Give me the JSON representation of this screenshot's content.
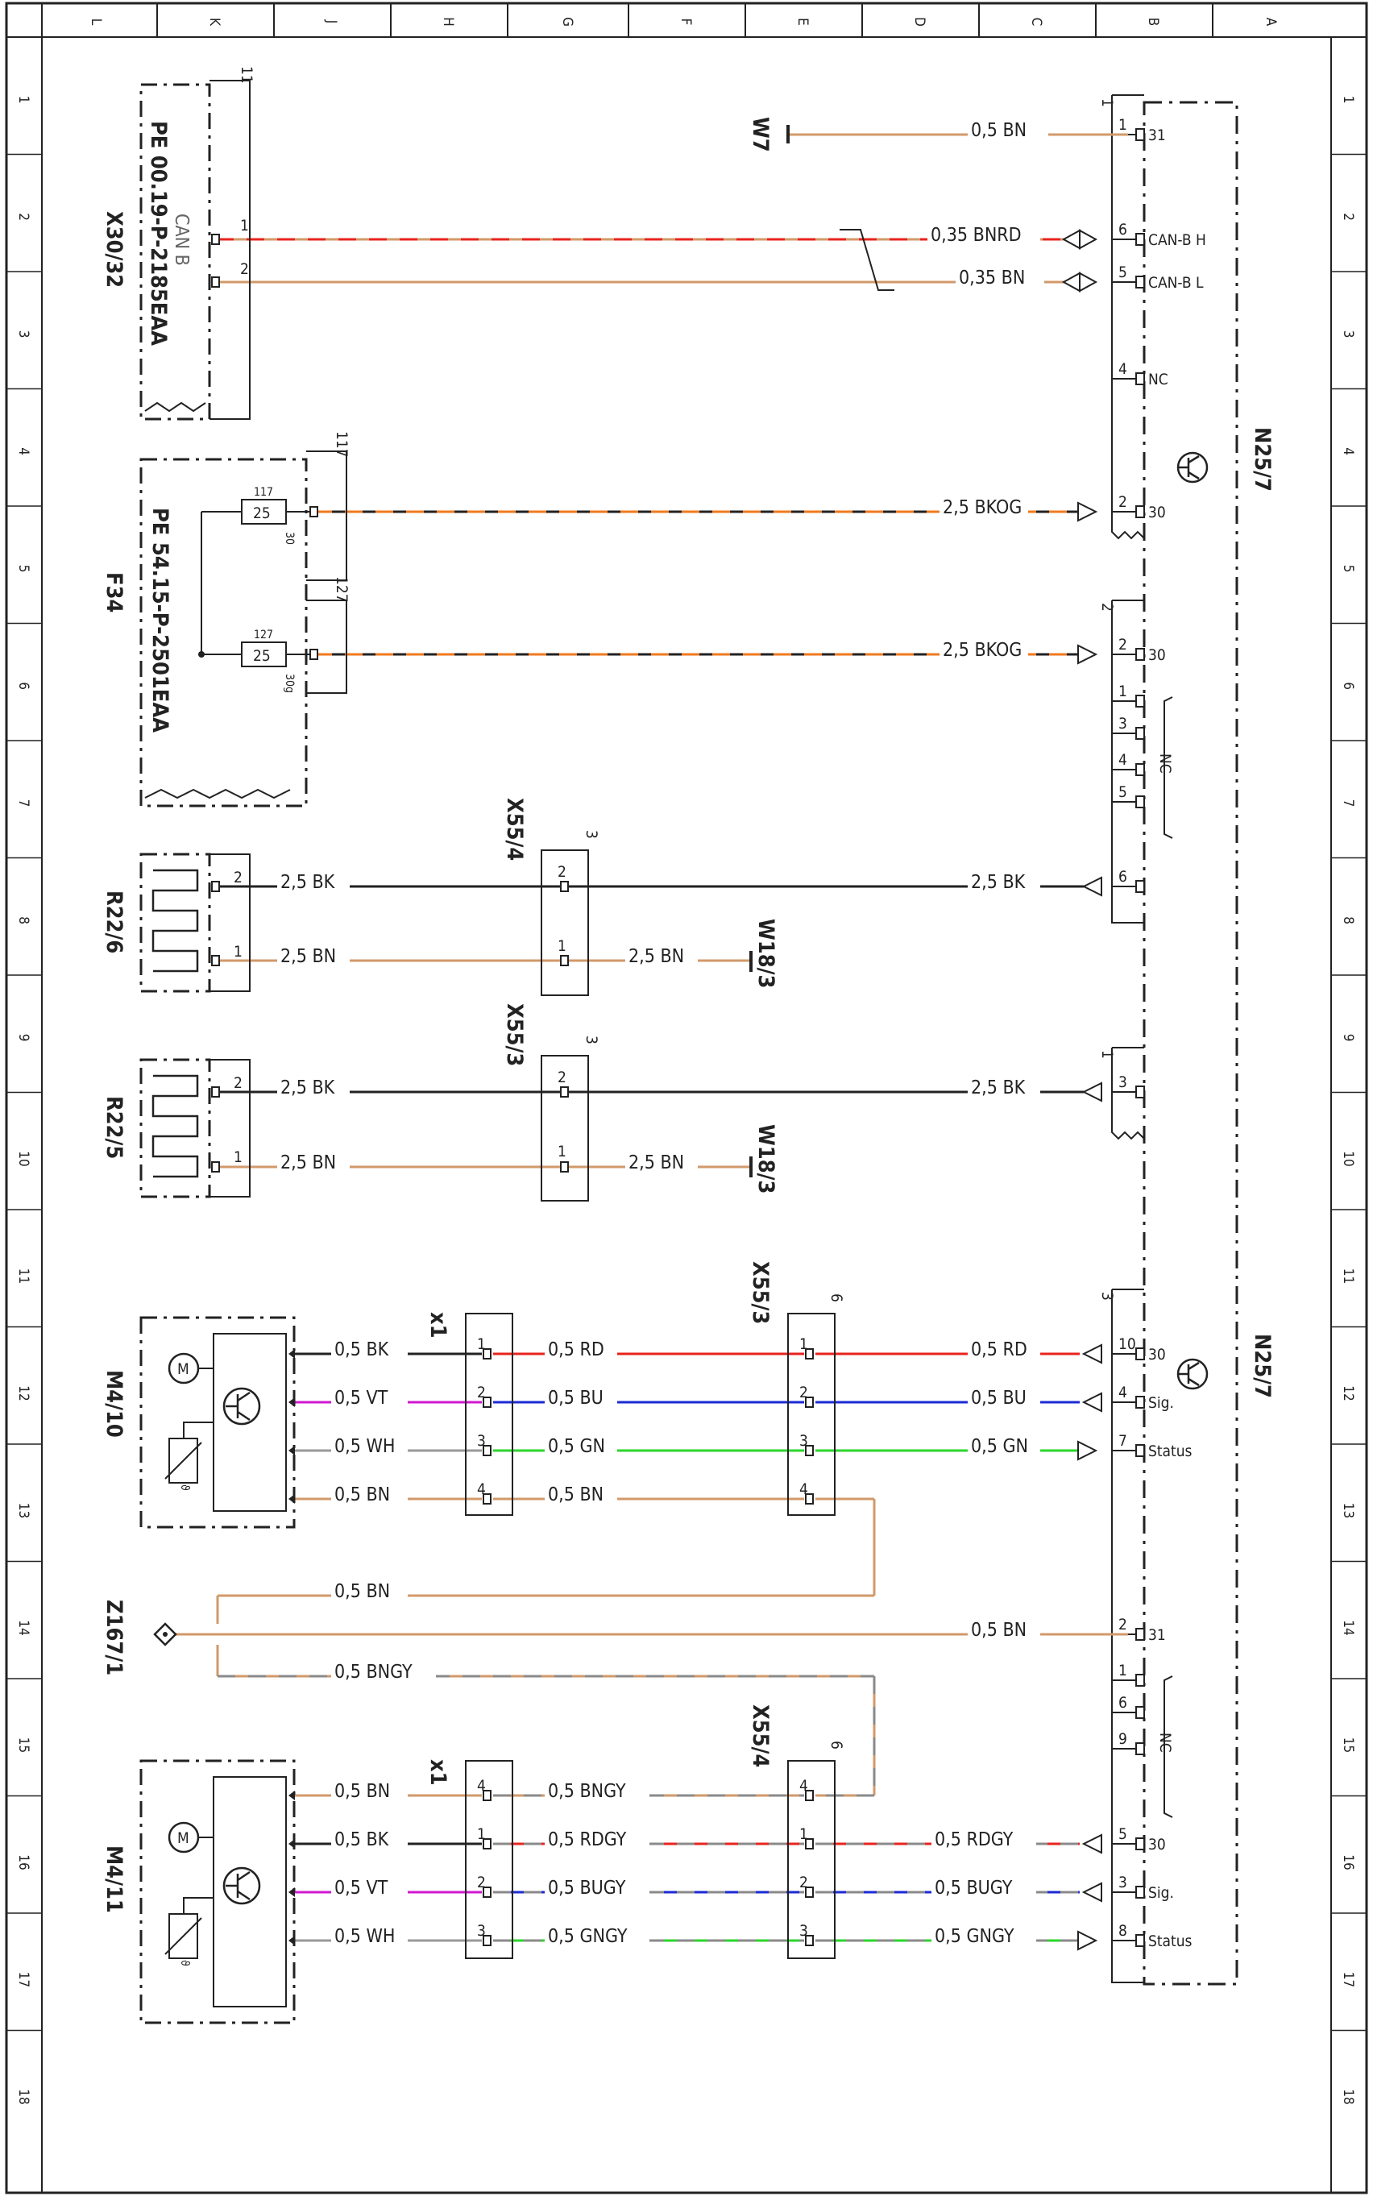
{
  "sheet": {
    "column_letters": [
      "L",
      "K",
      "J",
      "H",
      "G",
      "F",
      "E",
      "D",
      "C",
      "B",
      "A"
    ],
    "row_numbers": [
      "1",
      "2",
      "3",
      "4",
      "5",
      "6",
      "7",
      "8",
      "9",
      "10",
      "11",
      "12",
      "13",
      "14",
      "15",
      "16",
      "17",
      "18"
    ]
  },
  "components": {
    "n25_7": {
      "id": "N25/7"
    },
    "w7": {
      "id": "W7"
    },
    "x30_32": {
      "id": "X30/32",
      "doc_ref": "PE 00.19-P-2185EAA",
      "label": "CAN B",
      "ref": "11"
    },
    "f34": {
      "id": "F34",
      "doc_ref": "PE 54.15-P-2501EAA",
      "ref_top": "117",
      "ref_bottom": "127"
    },
    "r22_6": {
      "id": "R22/6"
    },
    "r22_5": {
      "id": "R22/5"
    },
    "x55_4_top": {
      "id": "X55/4",
      "ref": "3"
    },
    "x55_3_top": {
      "id": "X55/3",
      "ref": "3"
    },
    "w18_3": {
      "id": "W18/3"
    },
    "m4_10": {
      "id": "M4/10"
    },
    "m4_11": {
      "id": "M4/11"
    },
    "x1": {
      "id": "x1"
    },
    "x55_3_bottom": {
      "id": "X55/3",
      "ref": "6"
    },
    "x55_4_bottom": {
      "id": "X55/4",
      "ref": "6"
    },
    "z167_1": {
      "id": "Z167/1"
    }
  },
  "n25_7_connector1": {
    "ref": "1",
    "pins": [
      {
        "pin": "1",
        "signal": "31"
      },
      {
        "pin": "6",
        "signal": "CAN-B H"
      },
      {
        "pin": "5",
        "signal": "CAN-B L"
      },
      {
        "pin": "4",
        "signal": "NC"
      },
      {
        "pin": "2",
        "signal": "30"
      }
    ]
  },
  "n25_7_connector2": {
    "ref": "2",
    "pins": [
      {
        "pin": "2",
        "signal": "30"
      },
      {
        "pin": "1",
        "signal": ""
      },
      {
        "pin": "3",
        "signal": ""
      },
      {
        "pin": "4",
        "signal": ""
      },
      {
        "pin": "5",
        "signal": ""
      },
      {
        "pin": "6",
        "signal": ""
      }
    ],
    "nc_label": "NC"
  },
  "n25_7_connector_r22_5": {
    "ref": "1",
    "pin": "3"
  },
  "n25_7_connector3": {
    "ref": "3",
    "pins": [
      {
        "pin": "10",
        "signal": "30"
      },
      {
        "pin": "4",
        "signal": "Sig."
      },
      {
        "pin": "7",
        "signal": "Status"
      },
      {
        "pin": "2",
        "signal": "31"
      },
      {
        "pin": "1",
        "signal": ""
      },
      {
        "pin": "6",
        "signal": ""
      },
      {
        "pin": "9",
        "signal": ""
      },
      {
        "pin": "5",
        "signal": "30"
      },
      {
        "pin": "3",
        "signal": "Sig."
      },
      {
        "pin": "8",
        "signal": "Status"
      }
    ],
    "nc_label": "NC"
  },
  "fuses": {
    "top": {
      "rating": "25",
      "in_pin": "117",
      "out_pin": "30"
    },
    "bottom": {
      "rating": "25",
      "in_pin": "127",
      "out_pin": "30g"
    }
  },
  "wires": {
    "w7": "0,5 BN",
    "can_h": "0,35 BNRD",
    "can_l": "0,35 BN",
    "f34_top": "2,5 BKOG",
    "f34_bottom": "2,5 BKOG",
    "r22_6_pin2_left": "2,5 BK",
    "r22_6_pin2_right": "2,5 BK",
    "r22_6_pin1_left": "2,5 BN",
    "r22_6_pin1_right": "2,5 BN",
    "r22_5_pin2_left": "2,5 BK",
    "r22_5_pin2_right": "2,5 BK",
    "r22_5_pin1_left": "2,5 BN",
    "r22_5_pin1_right": "2,5 BN",
    "m4_10": [
      {
        "left": "0,5 BK",
        "mid": "0,5 RD",
        "right": "0,5 RD"
      },
      {
        "left": "0,5 VT",
        "mid": "0,5 BU",
        "right": "0,5 BU"
      },
      {
        "left": "0,5 WH",
        "mid": "0,5 GN",
        "right": "0,5 GN"
      },
      {
        "left": "0,5 BN",
        "mid": "0,5 BN"
      }
    ],
    "ground_a": "0,5 BN",
    "ground_main": "0,5 BN",
    "ground_b": "0,5 BNGY",
    "m4_11": [
      {
        "left": "0,5 BN",
        "mid": "0,5 BNGY"
      },
      {
        "left": "0,5 BK",
        "mid": "0,5 RDGY",
        "right": "0,5 RDGY"
      },
      {
        "left": "0,5 VT",
        "mid": "0,5 BUGY",
        "right": "0,5 BUGY"
      },
      {
        "left": "0,5 WH",
        "mid": "0,5 GNGY",
        "right": "0,5 GNGY"
      }
    ]
  },
  "pins": {
    "x30": [
      "1",
      "2"
    ],
    "x55_4_top": [
      "2",
      "1"
    ],
    "x55_3_top": [
      "2",
      "1"
    ],
    "r22": [
      "2",
      "1"
    ],
    "x1_top": [
      "1",
      "2",
      "3",
      "4"
    ],
    "x55_3_bottom": [
      "1",
      "2",
      "3",
      "4"
    ],
    "x1_bottom": [
      "4",
      "1",
      "2",
      "3"
    ],
    "x55_4_bottom": [
      "4",
      "1",
      "2",
      "3"
    ],
    "n25_r22_6": "6"
  },
  "motor_symbol": "M",
  "sensor_symbol": "ϑ",
  "colors": {
    "BN": "#d2996a",
    "RD": "#e8231e",
    "BU": "#1c2bd6",
    "GN": "#2bd62b",
    "VT": "#d018d0",
    "BK": "#222222",
    "WH": "#999999",
    "OG": "#f07a1e",
    "GY": "#8a8a8a"
  }
}
